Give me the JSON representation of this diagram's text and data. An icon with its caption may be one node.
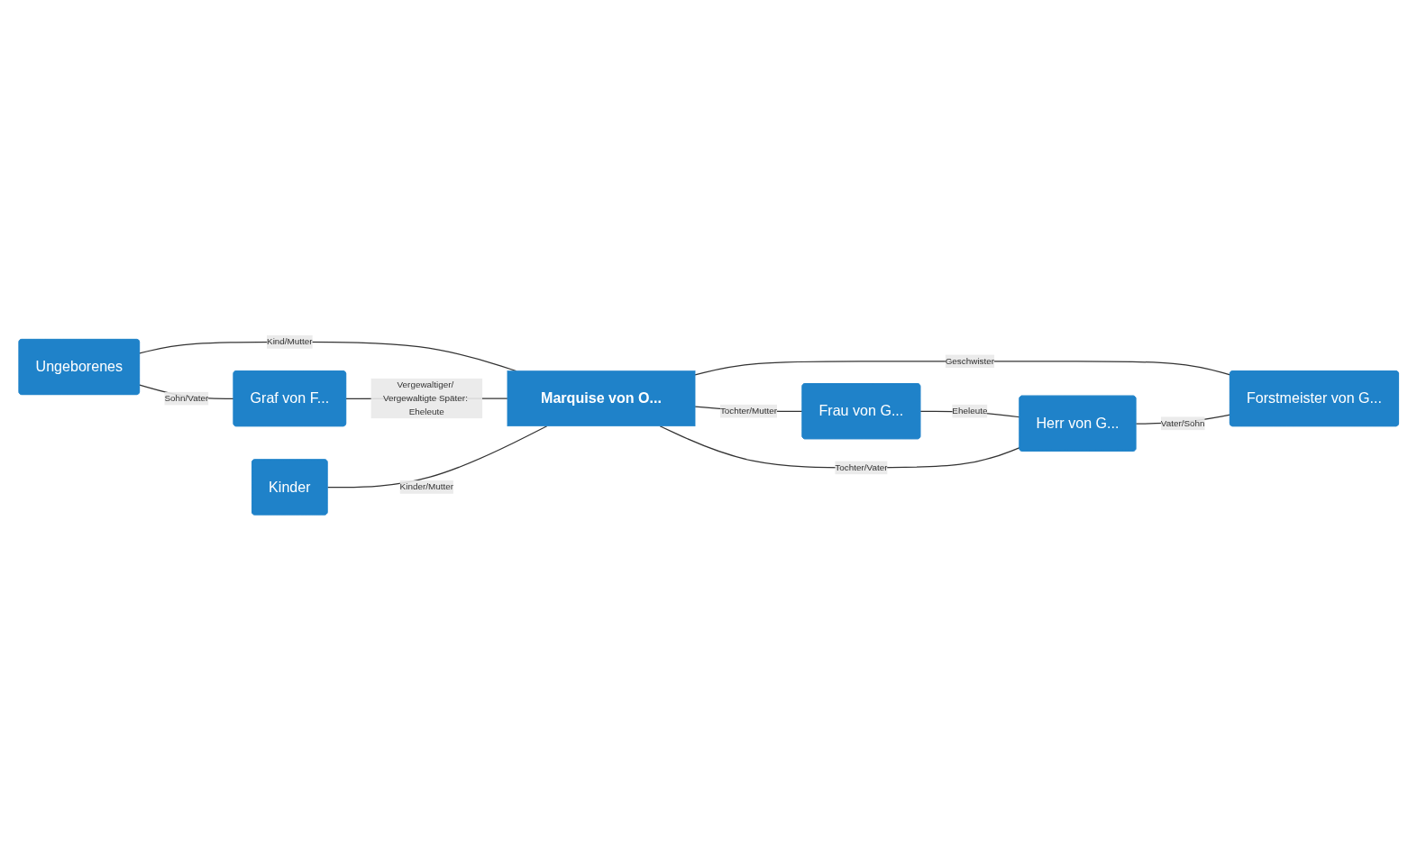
{
  "diagram": {
    "nodes": [
      {
        "text": [
          "Graf von F..."
        ]
      },
      {
        "text": [
          "Ungeborenes"
        ]
      },
      {
        "text": [
          "Frau von G..."
        ]
      },
      {
        "text": [
          "Kinder"
        ]
      },
      {
        "text": [
          "Marquise von O..."
        ]
      },
      {
        "text": [
          "Herr von G..."
        ]
      },
      {
        "text": [
          "Forstmeister von G..."
        ]
      }
    ],
    "edges": [
      {
        "from": 1,
        "to": 0,
        "arrow": "none",
        "label": "Sohn/Vater"
      },
      {
        "from": 1,
        "to": 4,
        "arrow": "none",
        "label": "Kind/Mutter"
      },
      {
        "from": 0,
        "to": 4,
        "arrow": "none",
        "label": "Vergewaltiger/ Vergewaltigte Später: Eheleute"
      },
      {
        "from": 4,
        "to": 2,
        "arrow": "none",
        "label": "Tochter/Mutter"
      },
      {
        "from": 2,
        "to": 5,
        "arrow": "none",
        "label": "Eheleute"
      },
      {
        "from": 3,
        "to": 4,
        "arrow": "none",
        "label": "Kinder/Mutter"
      },
      {
        "from": 4,
        "to": 5,
        "arrow": "none",
        "label": "Tochter/Vater"
      },
      {
        "from": 4,
        "to": 6,
        "arrow": "none",
        "label": "Geschwister"
      },
      {
        "from": 5,
        "to": 6,
        "arrow": "none",
        "label": "Vater/Sohn"
      }
    ]
  }
}
